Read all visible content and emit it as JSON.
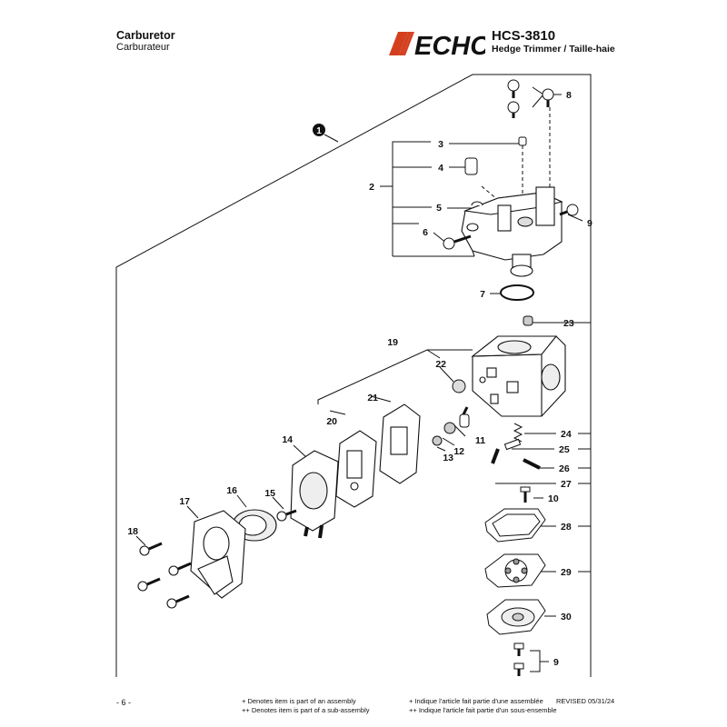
{
  "header": {
    "title_en": "Carburetor",
    "title_fr": "Carburateur",
    "brand": "ECHO",
    "model": "HCS-3810",
    "product": "Hedge Trimmer / Taille-haie"
  },
  "diagram": {
    "assembly_marker": "1",
    "callouts": [
      "2",
      "3",
      "4",
      "5",
      "6",
      "7",
      "8",
      "9",
      "10",
      "11",
      "12",
      "13",
      "14",
      "15",
      "16",
      "17",
      "18",
      "19",
      "20",
      "21",
      "22",
      "23",
      "24",
      "25",
      "26",
      "27",
      "28",
      "29",
      "30"
    ],
    "callout_9_repeat": "9"
  },
  "footer": {
    "page": "- 6 -",
    "note_assembly_en": "+ Denotes item is part of an assembly",
    "note_subassembly_en": "++ Denotes item is part of a sub-assembly",
    "note_assembly_fr": "+ Indique l'article fait partie d'une assemblée",
    "note_subassembly_fr": "++ Indique l'article fait partie d'un sous-ensemble",
    "revised": "REVISED 05/31/24"
  },
  "colors": {
    "ink": "#111111",
    "logo_red": "#d4401f"
  }
}
